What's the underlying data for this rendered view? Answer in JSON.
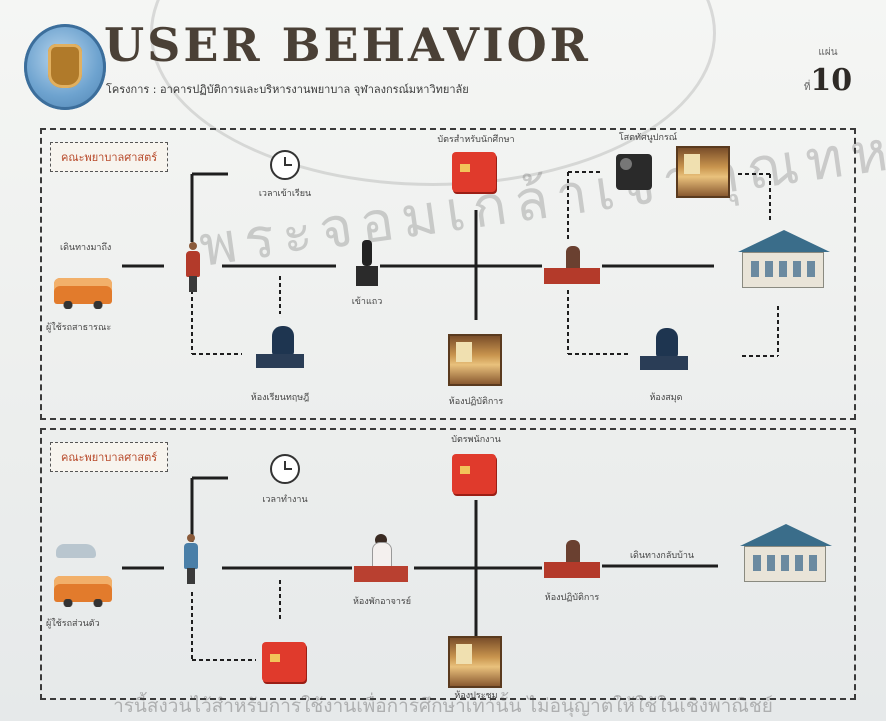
{
  "header": {
    "title": "USER BEHAVIOR",
    "subtitle": "โครงการ : อาคารปฏิบัติการและบริหารงานพยาบาล จุฬาลงกรณ์มหาวิทยาลัย",
    "page_prefix": "แผ่นที่",
    "page_number": "10"
  },
  "diagram_top": {
    "label": "คณะพยาบาลศาสตร์",
    "captions": {
      "start": "เดินทางมาถึง",
      "transport": "ผู้ใช้รถสาธารณะ",
      "clock": "เวลาเข้าเรียน",
      "statue": "เข้าแถว",
      "card_top": "บัตรสำหรับนักศึกษา",
      "media_top": "โสตทัศนูปกรณ์",
      "desk_left": "ห้องเรียนทฤษฎี",
      "office_mid": "ห้องปฏิบัติการ",
      "desk_right": "ห้องสมุด"
    }
  },
  "diagram_bottom": {
    "label": "คณะพยาบาลศาสตร์",
    "captions": {
      "transport": "ผู้ใช้รถส่วนตัว",
      "clock": "เวลาทำงาน",
      "card_top": "บัตรพนักงาน",
      "desk_left": "ห้องพักอาจารย์",
      "lab_mid": "ห้องปฏิบัติการ",
      "house_path": "เดินทางกลับบ้าน",
      "office_bottom": "ห้องประชุม"
    }
  },
  "footer": {
    "watermark": "ารนี้สงวนไว้สำหรับการใช้งานเพื่อการศึกษาเท่านั้น ไม่อนุญาตให้ใช้ในเชิงพาณิชย์"
  },
  "overlay": {
    "stamp_text": "พระจอมเกล้าเจ้าคุณทหาร"
  },
  "colors": {
    "title": "#4a4036",
    "panel_label": "#b84a2a",
    "card": "#e03a2c",
    "bus": "#e27b2c",
    "house_roof": "#3a6d8a"
  }
}
